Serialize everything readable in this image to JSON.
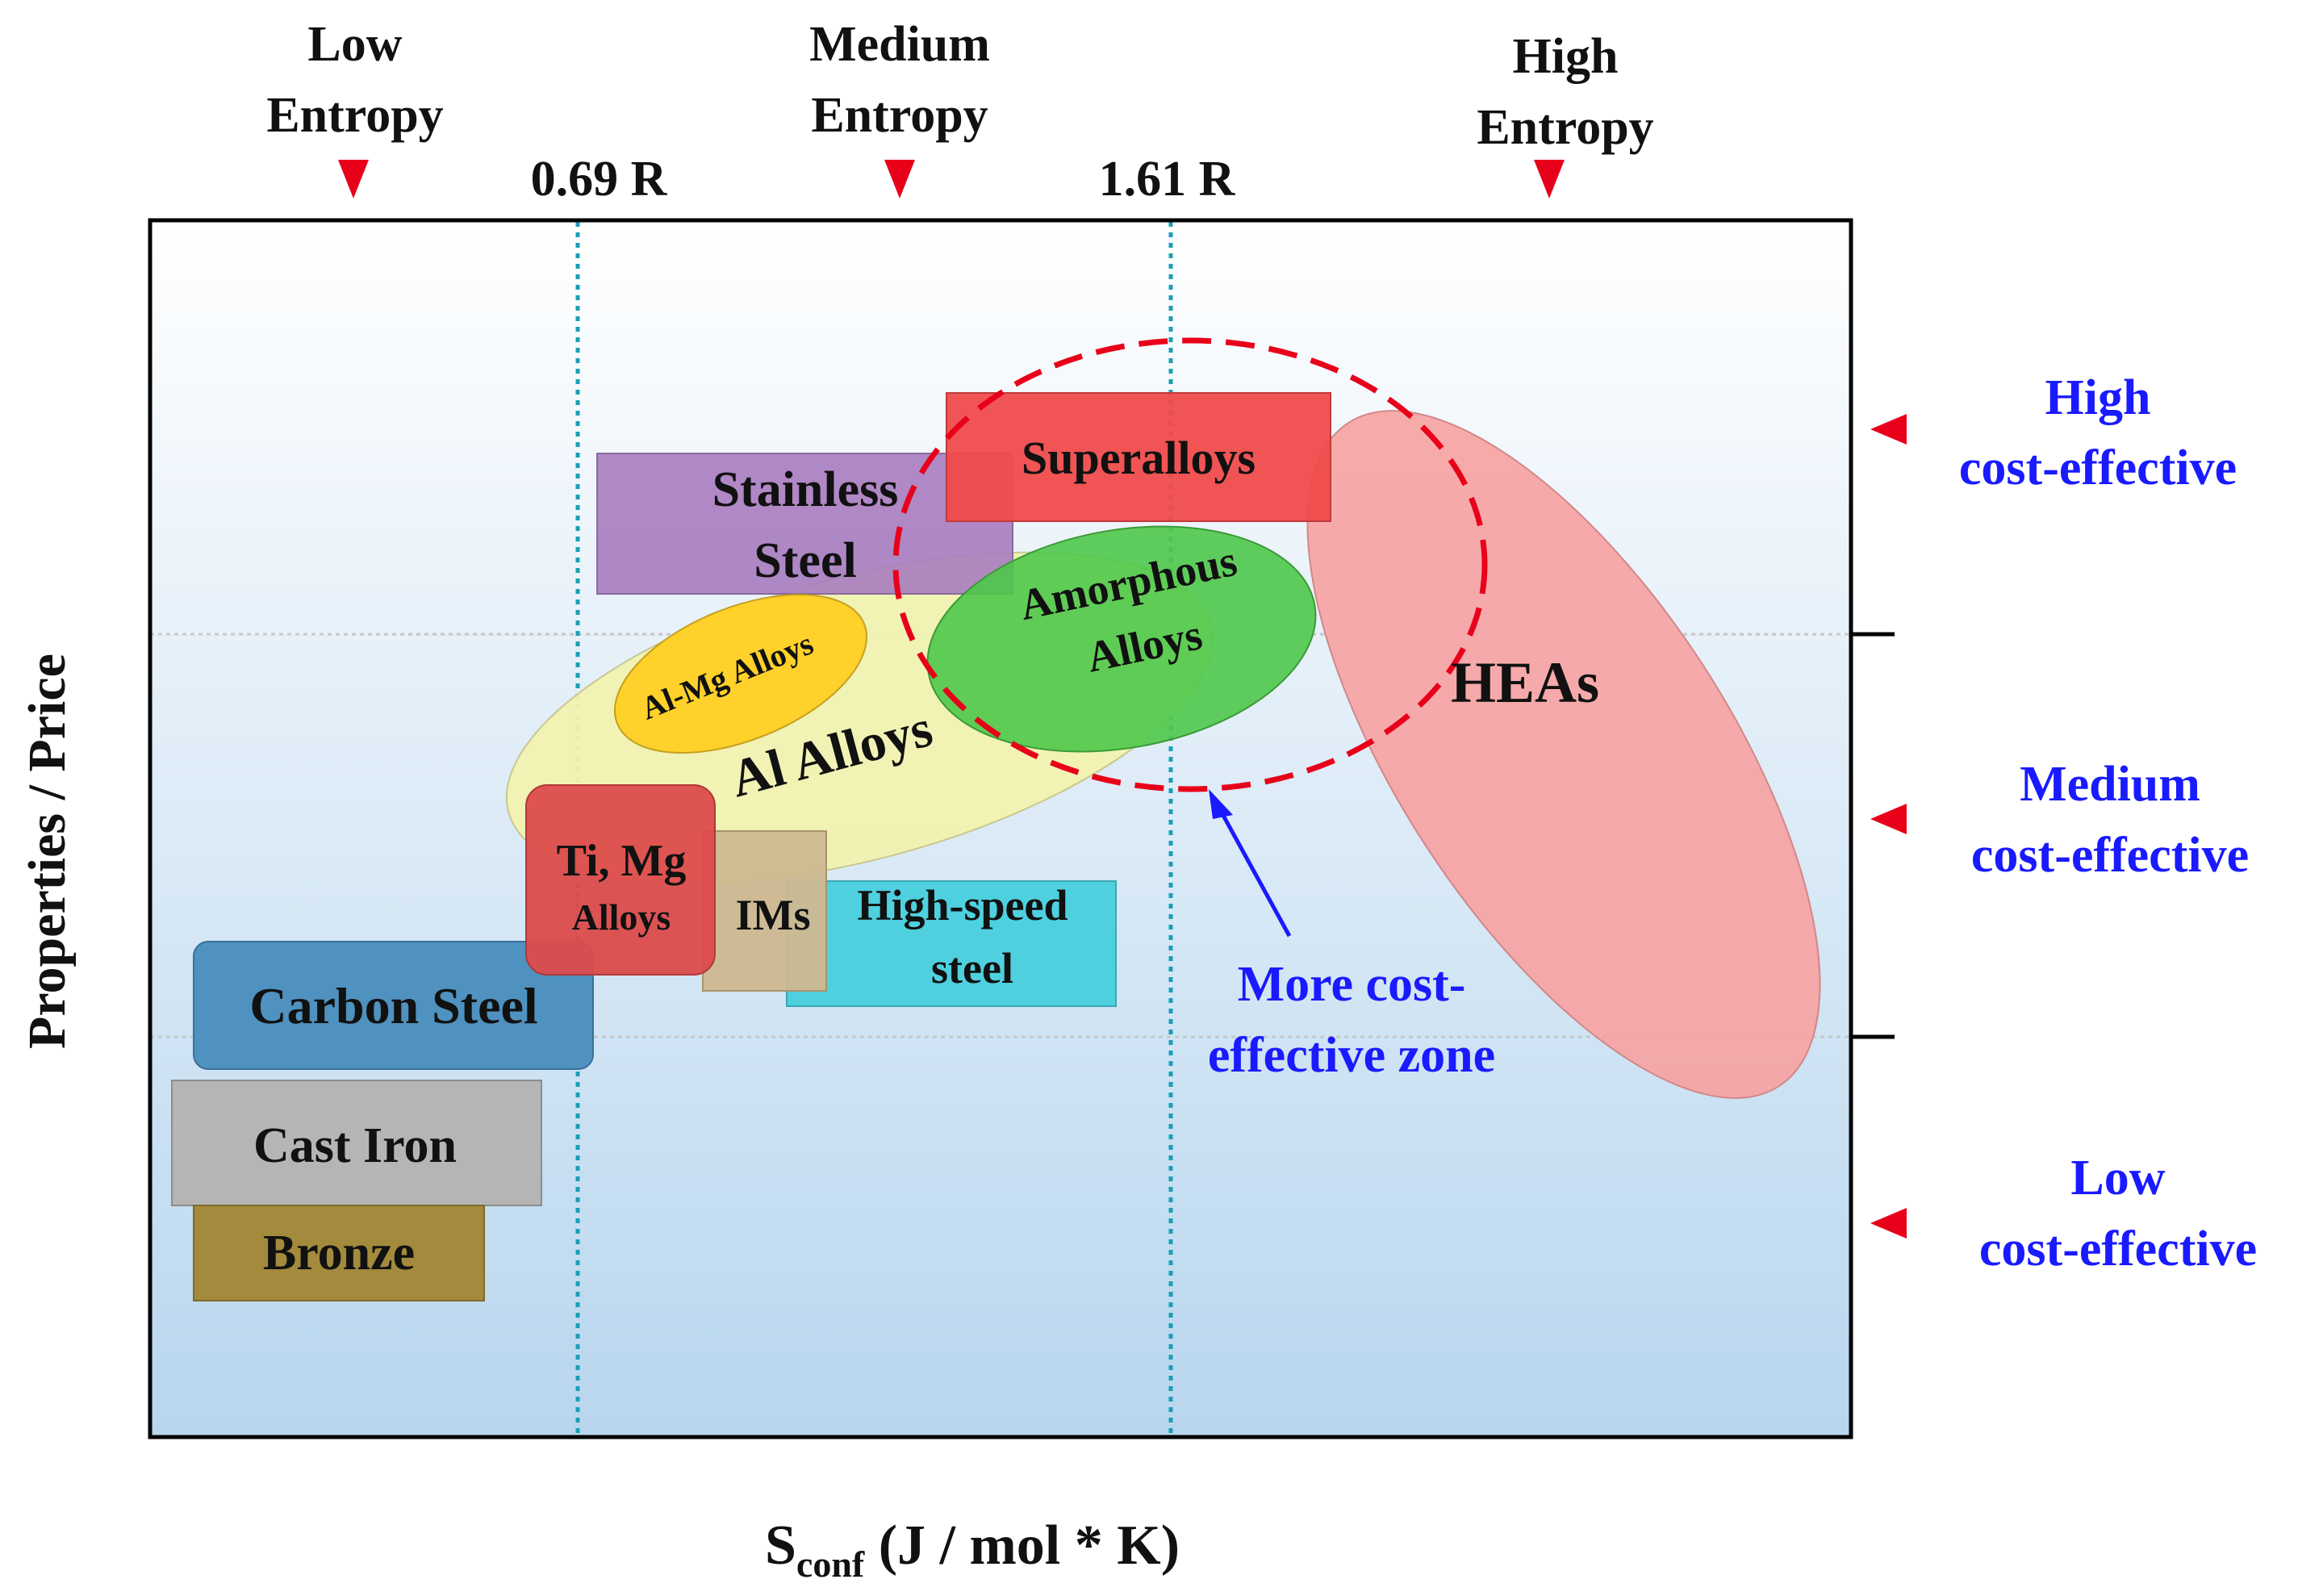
{
  "top_labels": {
    "low": [
      "Low",
      "Entropy"
    ],
    "medium": [
      "Medium",
      "Entropy"
    ],
    "high": [
      "High",
      "Entropy"
    ]
  },
  "thresholds": {
    "t1": "0.69 R",
    "t2": "1.61 R"
  },
  "right_labels": {
    "high": [
      "High",
      "cost-effective"
    ],
    "medium": [
      "Medium",
      "cost-effective"
    ],
    "low": [
      "Low",
      "cost-effective"
    ]
  },
  "axes": {
    "y_label": "Properties / Price",
    "x_label_main": "S",
    "x_label_sub": "conf",
    "x_label_unit": " (J / mol * K)"
  },
  "materials": {
    "stainless_steel": [
      "Stainless",
      "Steel"
    ],
    "superalloys": "Superalloys",
    "amorphous": [
      "Amorphous",
      "Alloys"
    ],
    "al_mg": "Al-Mg Alloys",
    "al_alloys": "Al Alloys",
    "heas": "HEAs",
    "ti_mg": [
      "Ti, Mg",
      "Alloys"
    ],
    "ims": "IMs",
    "high_speed": [
      "High-speed",
      "steel"
    ],
    "carbon_steel": "Carbon Steel",
    "cast_iron": "Cast Iron",
    "bronze": "Bronze"
  },
  "zone_annotation": [
    "More cost-",
    "effective zone"
  ],
  "colors": {
    "marker_red": "#e8001a",
    "blue_text": "#1a1aff",
    "threshold_line": "#1a9fb5",
    "zone_dash": "#e8001a"
  }
}
